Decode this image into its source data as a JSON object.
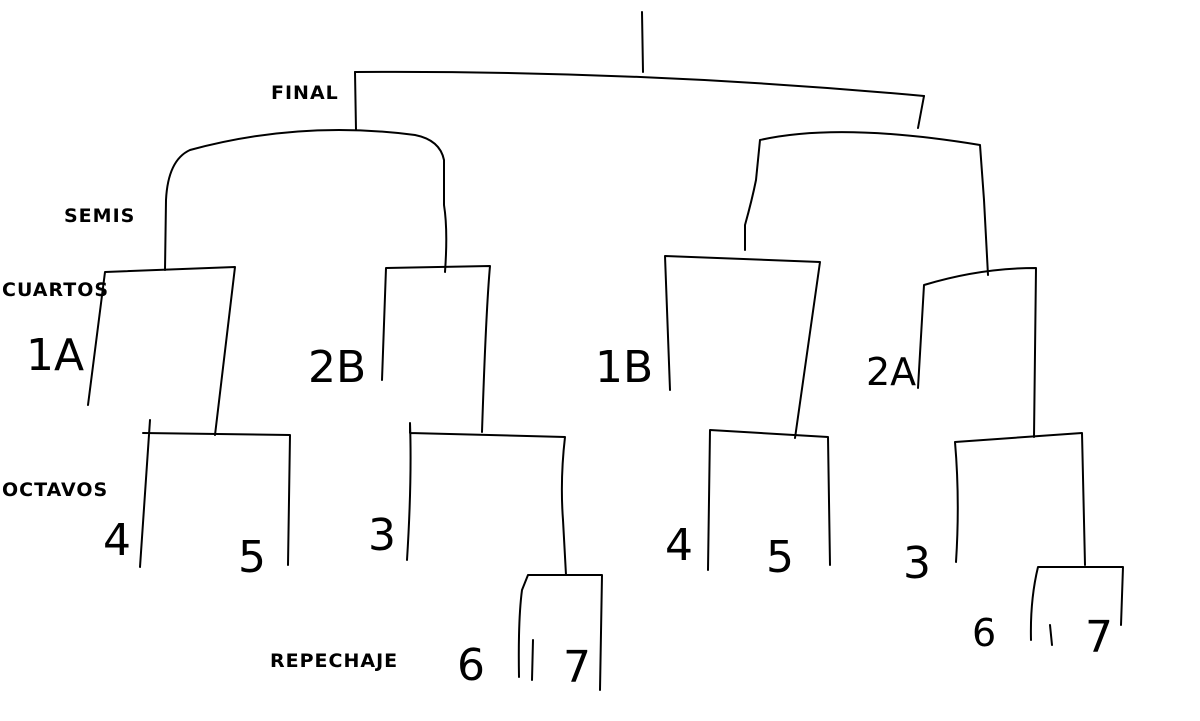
{
  "rounds": {
    "final": "FINAL",
    "semis": "SEMIS",
    "cuartos": "CUARTOS",
    "octavos": "OCTAVOS",
    "repechaje": "REPECHAJE"
  },
  "seeds": {
    "q1": "1A",
    "q2": "2B",
    "q3": "1B",
    "q4": "2A",
    "o1_left": "4",
    "o1_right": "5",
    "o2_left": "3",
    "o3_left": "4",
    "o3_right": "5",
    "o4_left": "3",
    "r1_left": "6",
    "r1_right": "7",
    "r2_left": "6",
    "r2_right": "7"
  }
}
